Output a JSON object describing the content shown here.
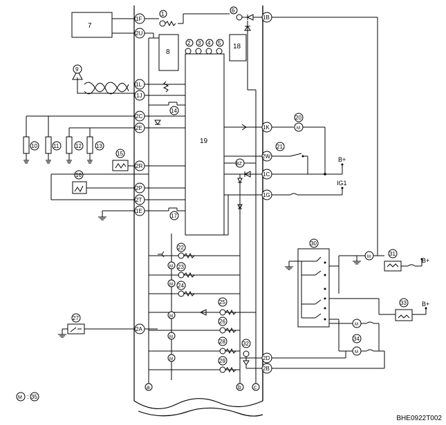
{
  "diagram": {
    "connectors": {
      "c_1F": "1F",
      "c_2U": "2U",
      "c_1L": "1L",
      "c_1J": "1J",
      "c_2C": "2C",
      "c_2E": "2E",
      "c_2R": "2R",
      "c_2P": "2P",
      "c_2T": "2T",
      "c_1E": "1E",
      "c_2A": "2A",
      "c_1B": "1B",
      "c_1K": "1K",
      "c_2W": "2W",
      "c_1C": "1C",
      "c_1G": "1G",
      "c_2D": "2D",
      "c_2B": "2B"
    },
    "components": {
      "n1": "1",
      "n2": "2",
      "n3": "3",
      "n4": "4",
      "n5": "5",
      "n6": "6",
      "n7": "7",
      "n8": "8",
      "n9": "9",
      "n10": "10",
      "n11": "11",
      "n12": "12",
      "n13": "13",
      "n14": "14",
      "n15": "15",
      "n16": "16",
      "n17": "17",
      "n18": "18",
      "n19": "19",
      "n20": "20",
      "n21": "21",
      "n22": "22",
      "n23": "23",
      "n24": "24",
      "n25": "25",
      "n26": "26",
      "n27": "27",
      "n28": "28",
      "n29": "29",
      "n30": "30",
      "n31": "31",
      "n32": "32",
      "n33": "33",
      "n34": "34",
      "n35": "35"
    },
    "terminals": {
      "a": "a",
      "b": "b",
      "c": "c"
    },
    "labels": {
      "b_plus_1": "B+",
      "ig1": "IG1",
      "b_plus_2": "B+",
      "b_plus_3": "B+",
      "legend_m": "M",
      "legend_sep": ":"
    },
    "icons": {
      "motor_symbol": "motor-M-circle",
      "led_symbol": "indicator-lamp-circle",
      "diode_symbol": "diode-triangle"
    }
  },
  "footer": {
    "code": "BHE0922T002"
  }
}
